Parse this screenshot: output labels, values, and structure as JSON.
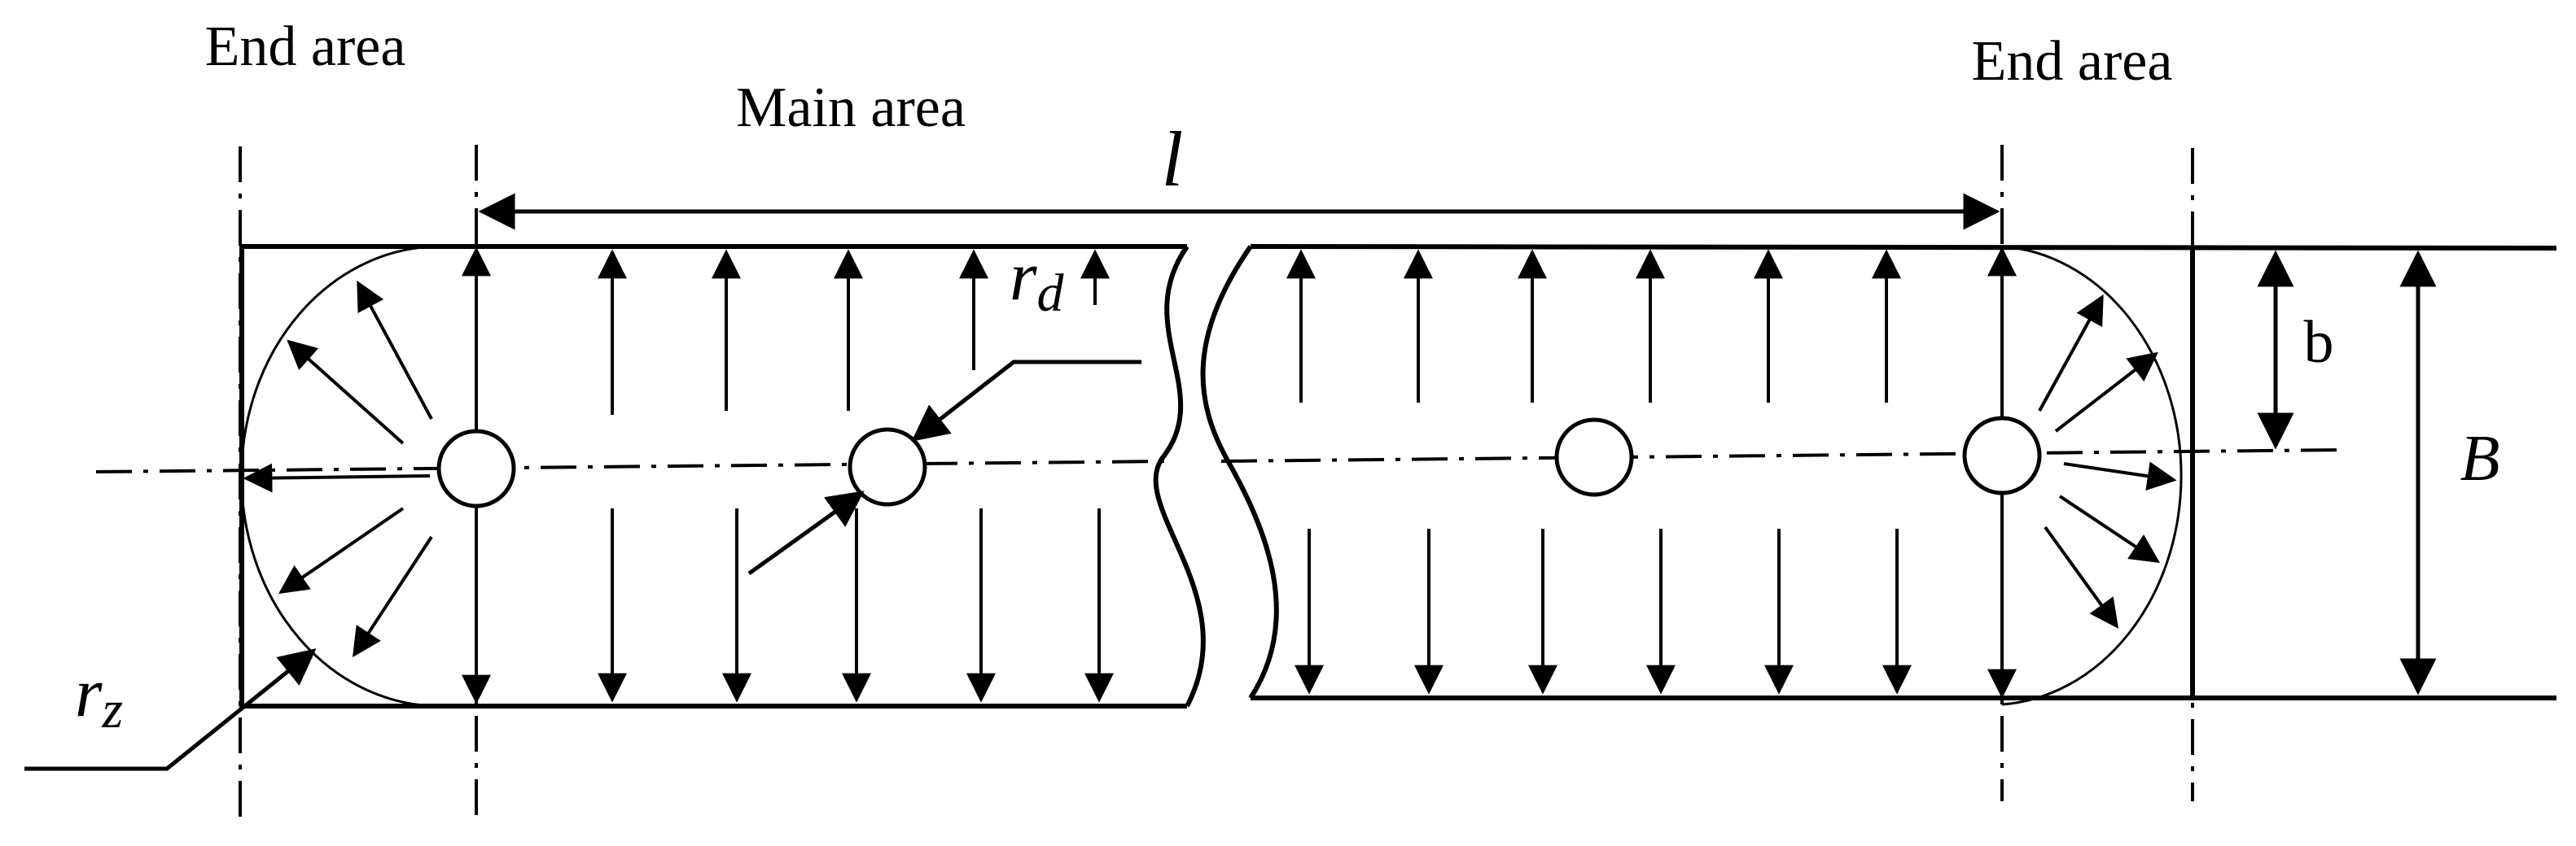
{
  "labels": {
    "end_area_left": "End area",
    "main_area": "Main area",
    "end_area_right": "End area",
    "dim_l": "l",
    "dim_b": "b",
    "dim_B": "B",
    "r_d_base": "r",
    "r_d_sub": "d",
    "r_z_base": "r",
    "r_z_sub": "z"
  }
}
